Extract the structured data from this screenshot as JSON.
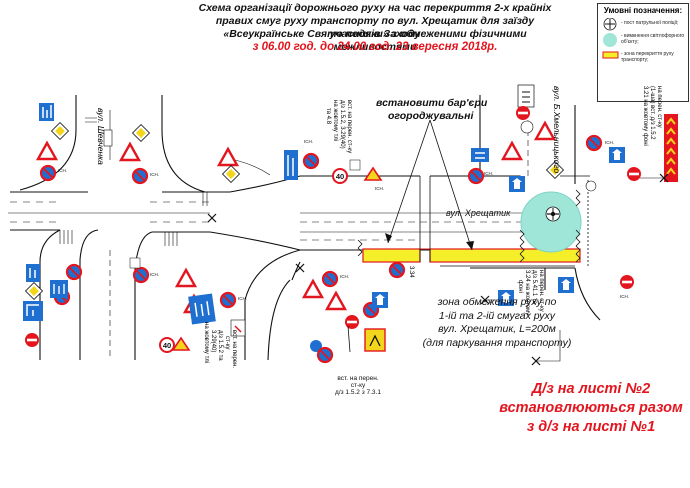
{
  "title": {
    "line1": "Схема організації дорожнього руху на час перекриття 2-х крайніх",
    "line2": "правих смуг руху транспорту по вул. Хрещатик для заїзду учасників Заходу",
    "line3": "«Всеукраїнське Свято подяки» з обмеженими фізичними можливостями",
    "line4": "з 06.00 год. до 24.00 год. 23 вересня 2018р."
  },
  "legend": {
    "title": "Умовні позначення:",
    "items": [
      "- пост патрульної поліції;",
      "- вимкнення світлофорного об'єкту;",
      "- зона перекриття руху транспорту;"
    ]
  },
  "labels": {
    "install_barriers_1": "встановити бар'єри",
    "install_barriers_2": "огороджувальні",
    "street_khreshchatyk": "вул. Хрещатик",
    "street_shevchenka": "вул. Шевченка",
    "street_khmelnytskoho": "вул. Б.Хмельницького",
    "zone_1": "зона обмеження руху по",
    "zone_2": "1-ій та 2-ій смугах руху",
    "zone_3": "вул. Хрещатик, L=200м",
    "zone_4": "(для паркування транспорту)",
    "red_note_1": "Д/з на листі №2",
    "red_note_2": "встановлюються разом",
    "red_note_3": "з д/з на листі №1",
    "install_bottom_1": "вст. на перен. ст-ку",
    "install_bottom_2": "д/з 1.5.2 з 7.3.1",
    "install_top_1": "вст. на перен. ст-ку",
    "install_top_2": "д/з 1.5.2, 3.29(40)",
    "install_top_3": "на жовтому тлі",
    "install_top_4": "та 4.8",
    "install_mid_1": "вст. на перен.",
    "install_mid_2": "ст-ку",
    "install_mid_3": "д/з 1.5.2 та",
    "install_mid_4": "3.29(40)",
    "install_mid_5": "на жовтому тлі",
    "install_right_1": "на перен. ст-ку",
    "install_right_2": "д/з 5.41.1 та",
    "install_right_3": "3.24 на жовтому",
    "install_right_4": "фоні",
    "install_right_top_1": "на перен. ст-ку",
    "install_right_top_2": "(1-ша) вст. д/з 1.5.2",
    "install_right_top_3": "3.21 на жовтому фоні",
    "signs_pair": "3.34",
    "sign_label": "ІСН.",
    "speed_40": "40"
  },
  "colors": {
    "road_line": "#111111",
    "zone_fill": "#f5ef2a",
    "signal_off": "#9fe6d9",
    "sign_red": "#e3161f",
    "sign_blue": "#1f6fd1",
    "sign_yellow": "#f3d61c"
  }
}
